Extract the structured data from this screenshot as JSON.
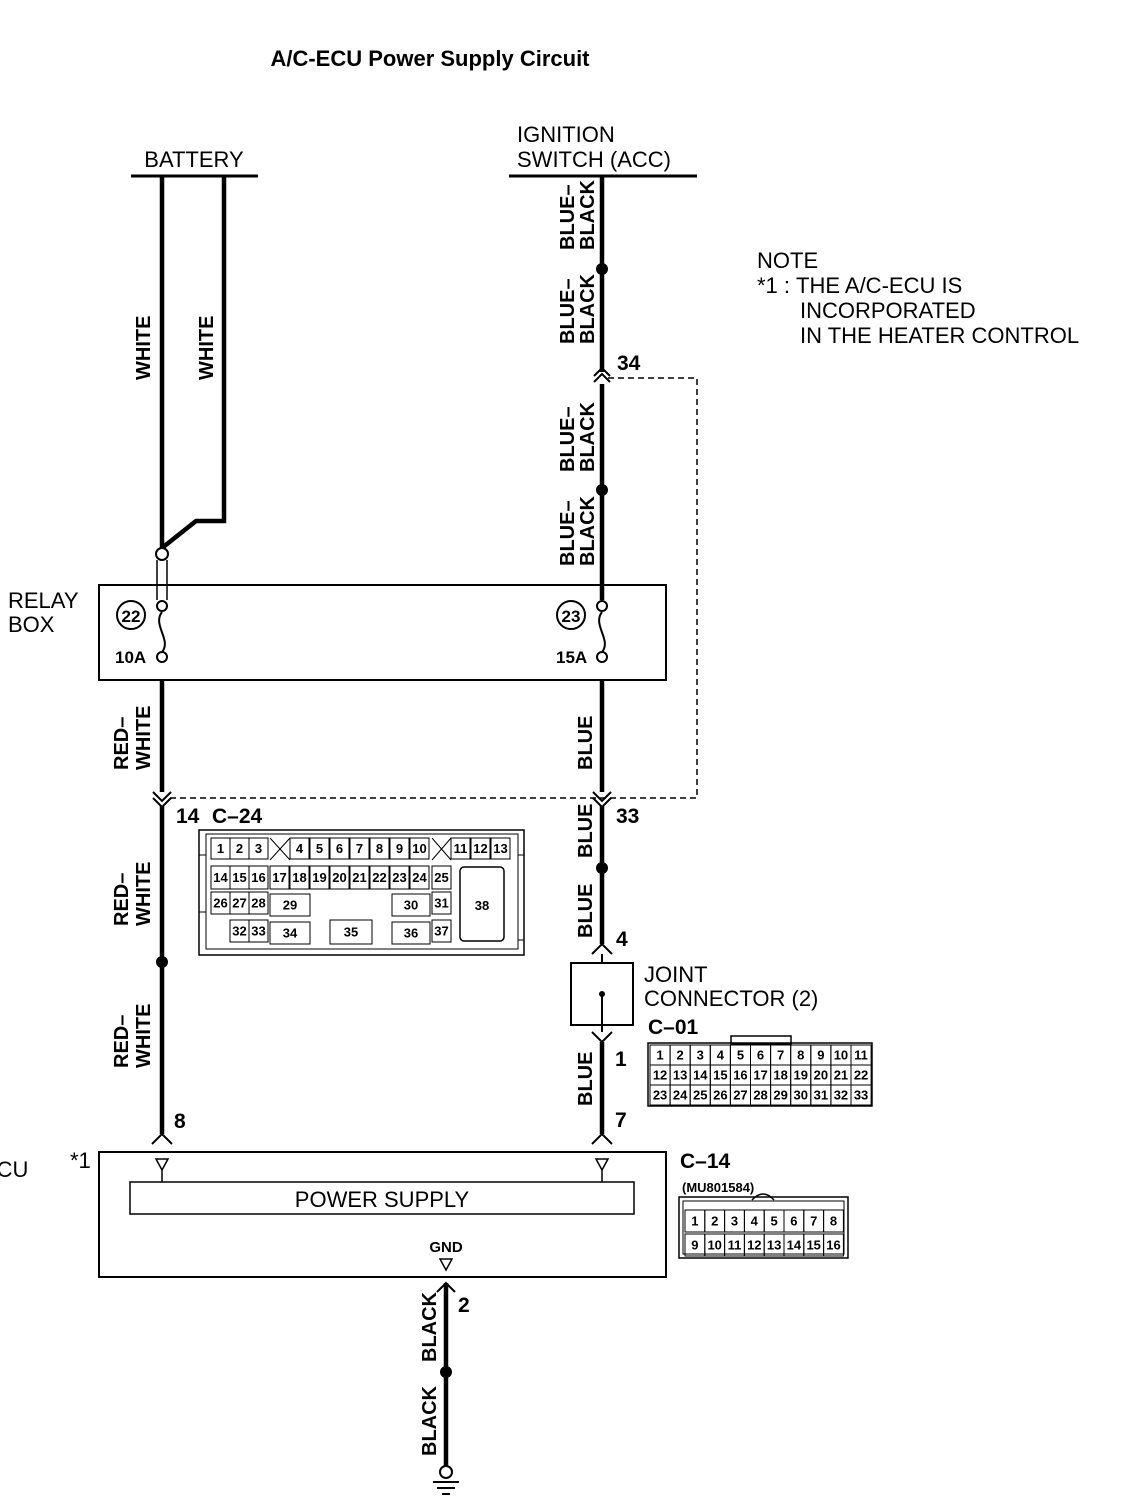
{
  "title": "A/C-ECU Power Supply Circuit",
  "sources": {
    "battery": "BATTERY",
    "ignition_line1": "IGNITION",
    "ignition_line2": "SWITCH (ACC)"
  },
  "note": {
    "heading": "NOTE",
    "marker": "*1 :",
    "line1": "THE A/C-ECU IS",
    "line2": "INCORPORATED",
    "line3": "IN THE HEATER CONTROL"
  },
  "wires": {
    "battery_a": "WHITE",
    "battery_b": "WHITE",
    "ign_1": "BLUE–BLACK",
    "ign_2": "BLUE–BLACK",
    "ign_3": "BLUE–BLACK",
    "ign_4": "BLUE–BLACK",
    "left_1": "RED–WHITE",
    "left_2": "RED–WHITE",
    "left_3": "RED–WHITE",
    "right_1": "BLUE",
    "right_2": "BLUE",
    "right_3": "BLUE",
    "right_4": "BLUE",
    "gnd_1": "BLACK",
    "gnd_2": "BLACK"
  },
  "relay_box": {
    "label_line1": "RELAY",
    "label_line2": "BOX",
    "fuse_left_number": "22",
    "fuse_left_rating": "10A",
    "fuse_right_number": "23",
    "fuse_right_rating": "15A"
  },
  "pins": {
    "p34": "34",
    "p14": "14",
    "p33": "33",
    "p4": "4",
    "p1": "1",
    "p8": "8",
    "p7": "7",
    "p2": "2"
  },
  "connectors": {
    "c24": "C–24",
    "c01": "C–01",
    "c14": "C–14",
    "c14_part": "(MU801584)",
    "c24_pins": [
      "1",
      "2",
      "3",
      "4",
      "5",
      "6",
      "7",
      "8",
      "9",
      "10",
      "11",
      "12",
      "13",
      "14",
      "15",
      "16",
      "17",
      "18",
      "19",
      "20",
      "21",
      "22",
      "23",
      "24",
      "25",
      "26",
      "27",
      "28",
      "29",
      "30",
      "31",
      "32",
      "33",
      "34",
      "35",
      "36",
      "37",
      "38"
    ],
    "c01_pins": [
      "1",
      "2",
      "3",
      "4",
      "5",
      "6",
      "7",
      "8",
      "9",
      "10",
      "11",
      "12",
      "13",
      "14",
      "15",
      "16",
      "17",
      "18",
      "19",
      "20",
      "21",
      "22",
      "23",
      "24",
      "25",
      "26",
      "27",
      "28",
      "29",
      "30",
      "31",
      "32",
      "33"
    ],
    "c14_pins": [
      "1",
      "2",
      "3",
      "4",
      "5",
      "6",
      "7",
      "8",
      "9",
      "10",
      "11",
      "12",
      "13",
      "14",
      "15",
      "16"
    ]
  },
  "joint_connector": {
    "line1": "JOINT",
    "line2": "CONNECTOR (2)"
  },
  "ecu": {
    "label": "A/C-ECU",
    "label_mark": "*1",
    "power_supply": "POWER SUPPLY",
    "gnd": "GND"
  }
}
